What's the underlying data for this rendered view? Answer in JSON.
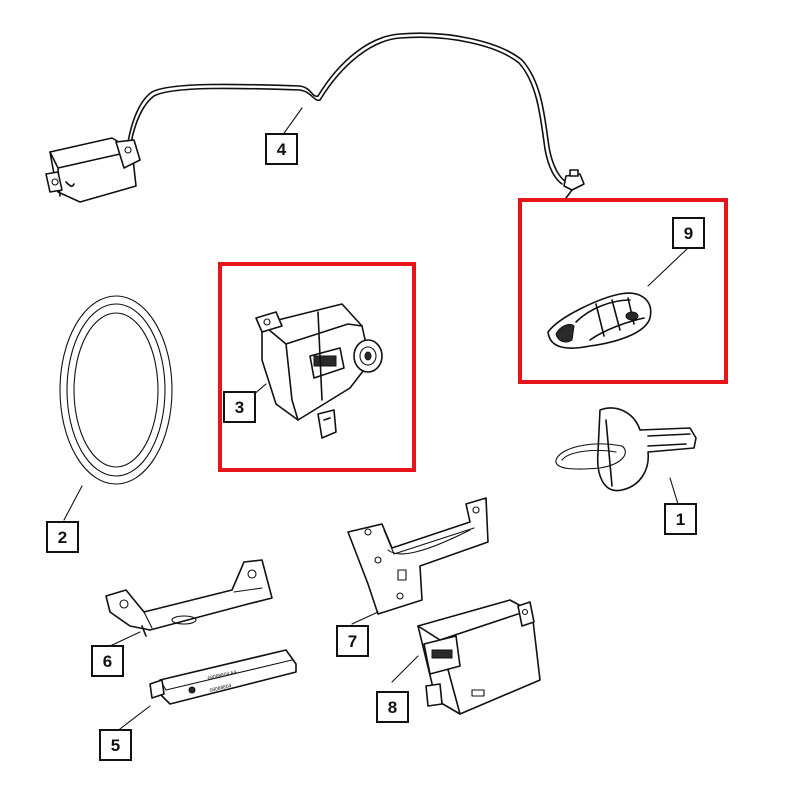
{
  "highlight_color": "#e8141c",
  "callouts": {
    "c1": "1",
    "c2": "2",
    "c3": "3",
    "c4": "4",
    "c5": "5",
    "c6": "6",
    "c7": "7",
    "c8": "8",
    "c9": "9"
  },
  "part_labels": {
    "module5_top": "68088804 AA",
    "module5_bottom": "68088804"
  }
}
